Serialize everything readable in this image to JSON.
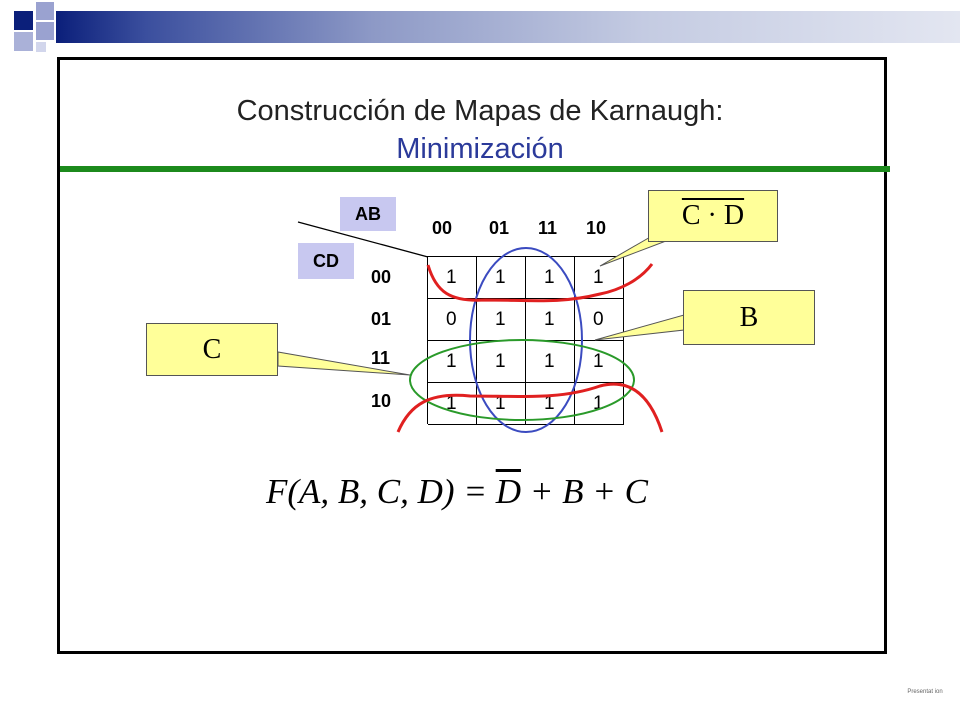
{
  "slide": {
    "title_line1": "Construcción de Mapas de Karnaugh:",
    "title_line2": "Minimización",
    "footer_note": "Presentat ion"
  },
  "kmap": {
    "row_var": "CD",
    "col_var": "AB",
    "col_headers": [
      "00",
      "01",
      "11",
      "10"
    ],
    "row_headers": [
      "00",
      "01",
      "11",
      "10"
    ],
    "cells": [
      [
        "1",
        "1",
        "1",
        "1"
      ],
      [
        "0",
        "1",
        "1",
        "0"
      ],
      [
        "1",
        "1",
        "1",
        "1"
      ],
      [
        "1",
        "1",
        "1",
        "1"
      ]
    ]
  },
  "callouts": {
    "c_d_bar": "C · D",
    "b": "B",
    "c": "C"
  },
  "formula": {
    "lhs": "F(A, B, C, D) = ",
    "d_bar": "D",
    "rhs": " + B + C"
  },
  "colors": {
    "title_blue": "#2b3a9a",
    "rule_green": "#1c8a1c",
    "group_red": "#e02020",
    "group_blue": "#3b4bc0",
    "group_green": "#2a9a2a",
    "callout_fill": "#ffff99",
    "label_fill": "#c8c8f0"
  }
}
